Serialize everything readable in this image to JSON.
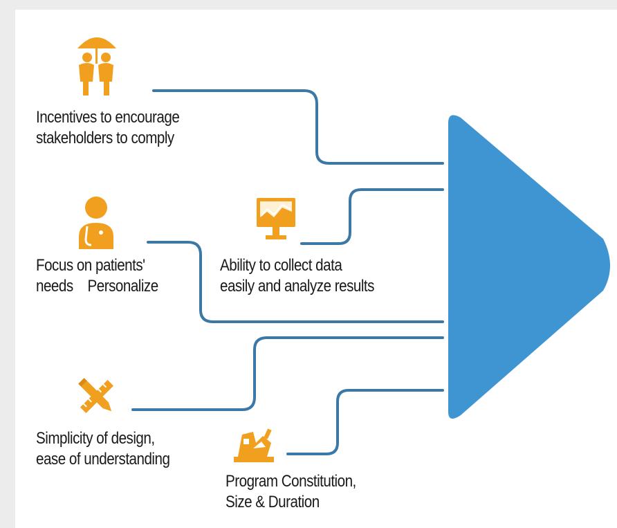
{
  "colors": {
    "arrow": "#3f95d2",
    "line": "#3b78a6",
    "icon": "#f0a01e",
    "text": "#1a1a1a"
  },
  "items": [
    {
      "icon": "umbrella-people-icon",
      "lines": [
        "Incentives to encourage",
        "stakeholders to comply"
      ]
    },
    {
      "icon": "patient-icon",
      "lines": [
        "Focus on patients'",
        "needs    Personalize"
      ]
    },
    {
      "icon": "monitor-chart-icon",
      "lines": [
        "Ability to collect data",
        "easily and analyze results"
      ]
    },
    {
      "icon": "pencil-ruler-icon",
      "lines": [
        "Simplicity of design,",
        "ease of understanding"
      ]
    },
    {
      "icon": "program-tools-icon",
      "lines": [
        "Program Constitution,",
        "Size & Duration"
      ]
    }
  ]
}
